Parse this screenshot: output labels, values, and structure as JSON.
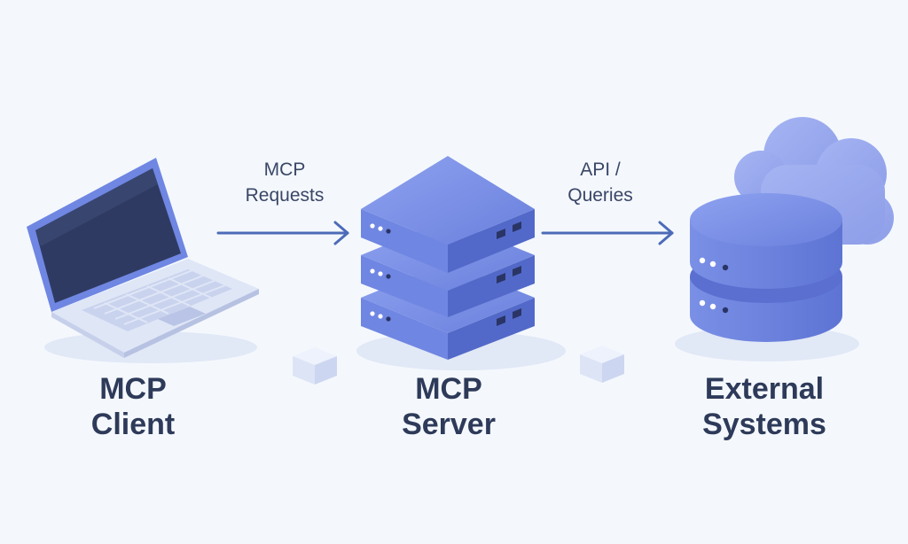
{
  "nodes": {
    "client": {
      "line1": "MCP",
      "line2": "Client",
      "icon": "laptop-icon"
    },
    "server": {
      "line1": "MCP",
      "line2": "Server",
      "icon": "server-stack-icon"
    },
    "external": {
      "line1": "External",
      "line2": "Systems",
      "icon": "database-cloud-icon"
    }
  },
  "edges": {
    "client_to_server": {
      "line1": "MCP",
      "line2": "Requests"
    },
    "server_to_external": {
      "line1": "API /",
      "line2": "Queries"
    }
  },
  "colors": {
    "background": "#f4f8fd",
    "label_text": "#2e3a59",
    "arrow": "#4d6bb8",
    "accent_blue": "#6f86e2",
    "laptop_screen": "#2f3a62"
  }
}
